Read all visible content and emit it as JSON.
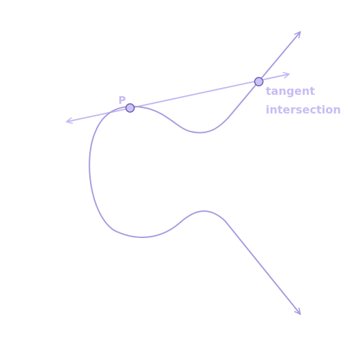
{
  "colors": {
    "curve": "#a99be0",
    "tangent": "#c5b8f4",
    "point_fill": "#cdc2f7",
    "point_stroke": "#6a5fb0",
    "label": "#c8bcf4"
  },
  "labels": {
    "point_p": "P",
    "intersection_line1": "tangent",
    "intersection_line2": "intersection"
  }
}
